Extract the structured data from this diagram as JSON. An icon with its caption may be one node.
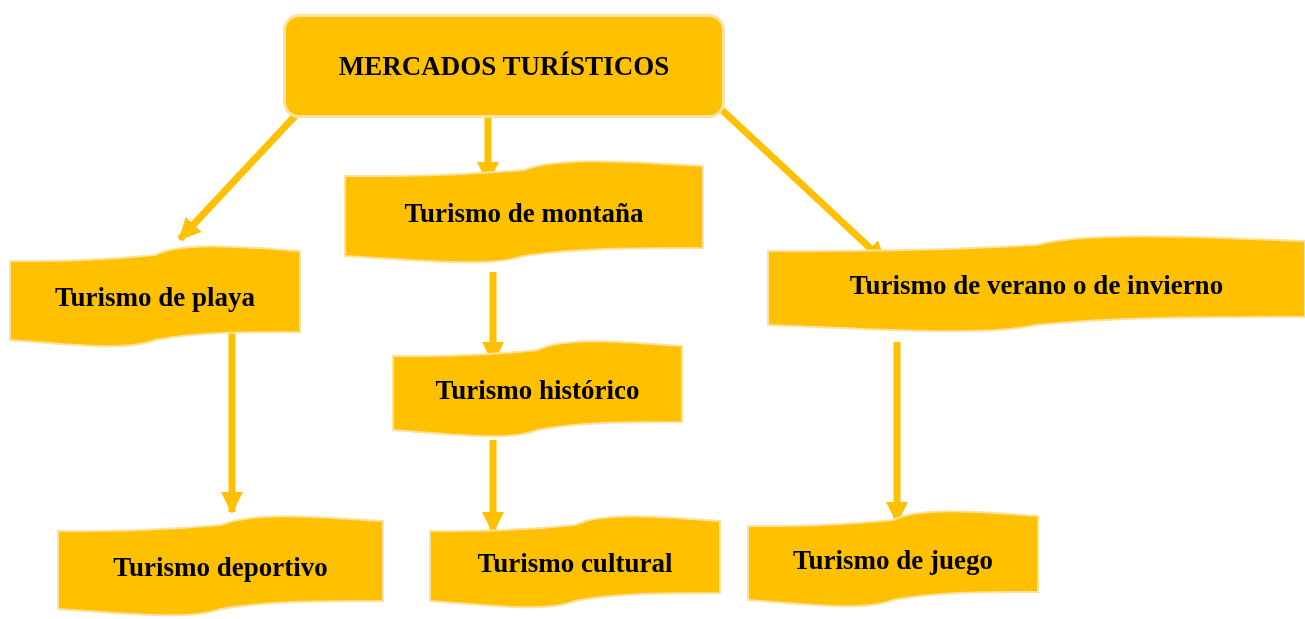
{
  "diagram": {
    "nodes": [
      {
        "text": [
          "MERCADOS TURÍSTICOS"
        ]
      },
      {
        "text": [
          "Turismo de montaña"
        ]
      },
      {
        "text": [
          "Turismo de playa"
        ]
      },
      {
        "text": [
          "Turismo de verano o de invierno"
        ]
      },
      {
        "text": [
          "Turismo histórico"
        ]
      },
      {
        "text": [
          "Turismo deportivo"
        ]
      },
      {
        "text": [
          "Turismo cultural"
        ]
      },
      {
        "text": [
          "Turismo de juego"
        ]
      }
    ],
    "edges": [
      {
        "from": 0,
        "to": 2,
        "arrow": "to"
      },
      {
        "from": 0,
        "to": 1,
        "arrow": "to"
      },
      {
        "from": 0,
        "to": 3,
        "arrow": "to"
      },
      {
        "from": 2,
        "to": 5,
        "arrow": "to"
      },
      {
        "from": 1,
        "to": 4,
        "arrow": "to"
      },
      {
        "from": 4,
        "to": 6,
        "arrow": "to"
      },
      {
        "from": 3,
        "to": 7,
        "arrow": "to"
      }
    ]
  }
}
